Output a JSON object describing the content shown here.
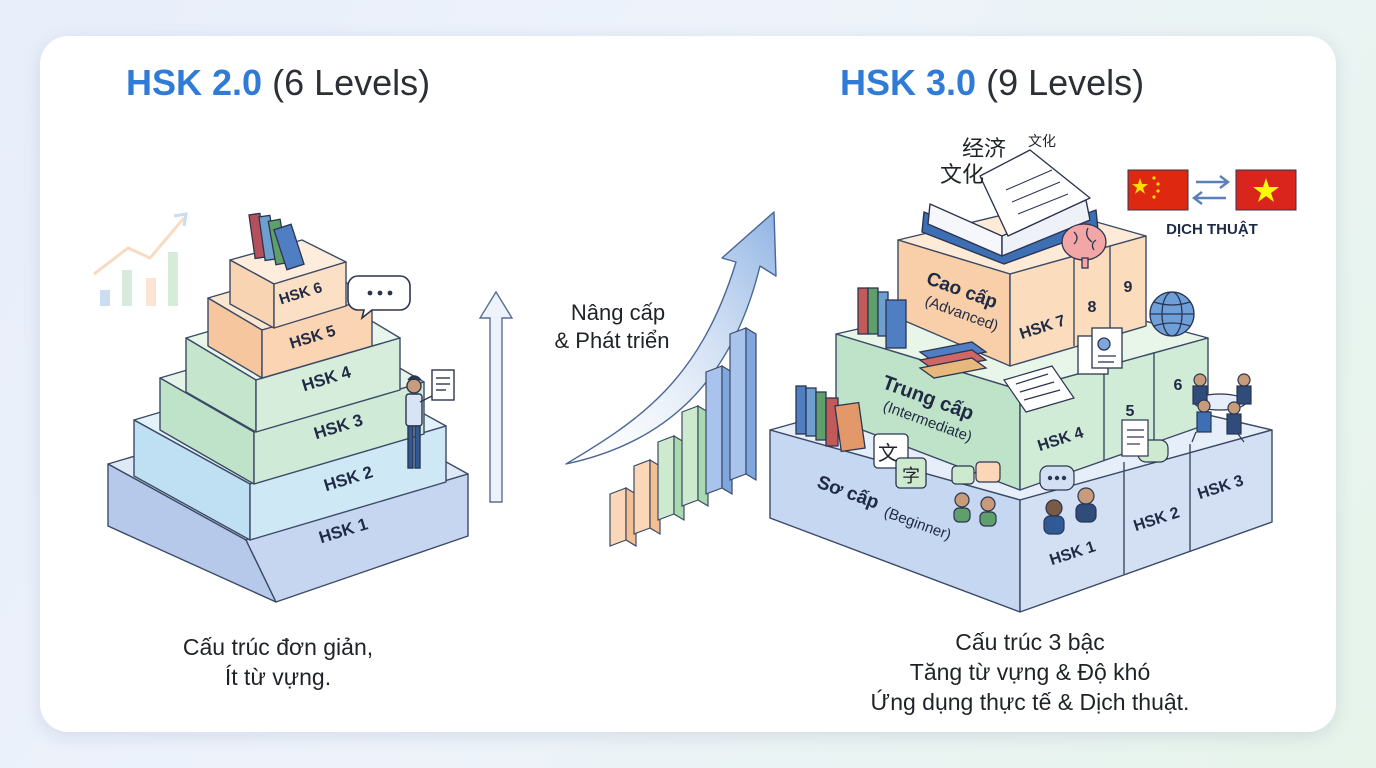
{
  "left": {
    "title_main": "HSK 2.0",
    "title_sub": "(6 Levels)",
    "levels": [
      "HSK 1",
      "HSK 2",
      "HSK 3",
      "HSK 4",
      "HSK 5",
      "HSK 6"
    ],
    "caption_line1": "Cấu trúc đơn giản,",
    "caption_line2": "Ít từ vựng."
  },
  "middle": {
    "line1": "Nâng cấp",
    "line2": "& Phát triển"
  },
  "right": {
    "title_main": "HSK 3.0",
    "title_sub": "(9 Levels)",
    "tiers": {
      "beginner_name": "Sơ cấp",
      "beginner_en": "(Beginner)",
      "intermediate_name": "Trung cấp",
      "intermediate_en": "(Intermediate)",
      "advanced_name": "Cao cấp",
      "advanced_en": "(Advanced)"
    },
    "levels": [
      "HSK 1",
      "HSK 2",
      "HSK 3",
      "HSK 4",
      "5",
      "6",
      "HSK 7",
      "8",
      "9"
    ],
    "book_chars": [
      "经济",
      "文化",
      "文化",
      "字"
    ],
    "translation_label": "DỊCH THUẬT",
    "caption_line1": "Cấu trúc 3 bậc",
    "caption_line2": "Tăng từ vựng & Độ khó",
    "caption_line3": "Ứng dụng thực tế & Dịch thuật."
  },
  "colors": {
    "accent": "#2f7bd6",
    "hsk1": "#c9d9f3",
    "hsk2": "#cde6f5",
    "hsk3": "#d6efdc",
    "hsk4": "#cdeacf",
    "hsk5": "#fbd7b8",
    "hsk6": "#fbe3cc"
  }
}
